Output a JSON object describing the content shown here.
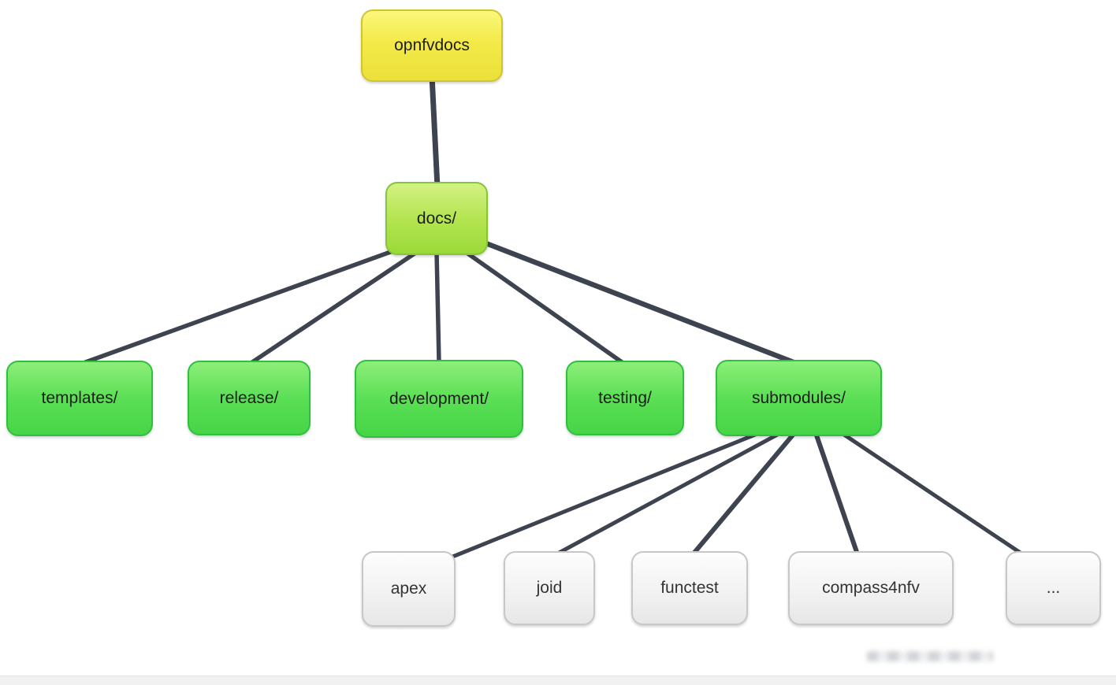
{
  "diagram": {
    "type": "tree",
    "nodes": {
      "root": {
        "label": "opnfvdocs"
      },
      "docs": {
        "label": "docs/"
      },
      "templates": {
        "label": "templates/"
      },
      "release": {
        "label": "release/"
      },
      "development": {
        "label": "development/"
      },
      "testing": {
        "label": "testing/"
      },
      "submodules": {
        "label": "submodules/"
      },
      "apex": {
        "label": "apex"
      },
      "joid": {
        "label": "joid"
      },
      "functest": {
        "label": "functest"
      },
      "compass4nfv": {
        "label": "compass4nfv"
      },
      "more": {
        "label": "..."
      }
    },
    "edges": [
      [
        "opnfvdocs",
        "docs/"
      ],
      [
        "docs/",
        "templates/"
      ],
      [
        "docs/",
        "release/"
      ],
      [
        "docs/",
        "development/"
      ],
      [
        "docs/",
        "testing/"
      ],
      [
        "docs/",
        "submodules/"
      ],
      [
        "submodules/",
        "apex"
      ],
      [
        "submodules/",
        "joid"
      ],
      [
        "submodules/",
        "functest"
      ],
      [
        "submodules/",
        "compass4nfv"
      ],
      [
        "submodules/",
        "..."
      ]
    ],
    "colors": {
      "root_fill": "#f3ea48",
      "docs_fill": "#b4e551",
      "branch_fill": "#5bdf55",
      "leaf_fill": "#f2f2f2",
      "edge": "#3d4450"
    }
  }
}
